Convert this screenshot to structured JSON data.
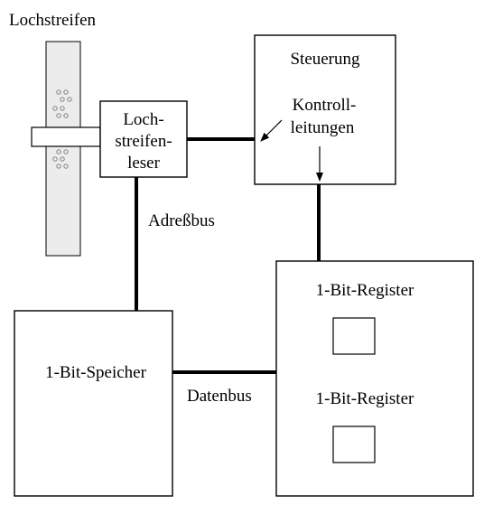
{
  "labels": {
    "tape": "Lochstreifen",
    "reader_line1": "Loch-",
    "reader_line2": "streifen-",
    "reader_line3": "leser",
    "control": "Steuerung",
    "control_lines_line1": "Kontroll-",
    "control_lines_line2": "leitungen",
    "address_bus": "Adreßbus",
    "data_bus": "Datenbus",
    "memory": "1-Bit-Speicher",
    "register1": "1-Bit-Register",
    "register2": "1-Bit-Register"
  },
  "colors": {
    "stroke": "#000000",
    "tape_fill": "#ececec",
    "background": "#ffffff"
  }
}
